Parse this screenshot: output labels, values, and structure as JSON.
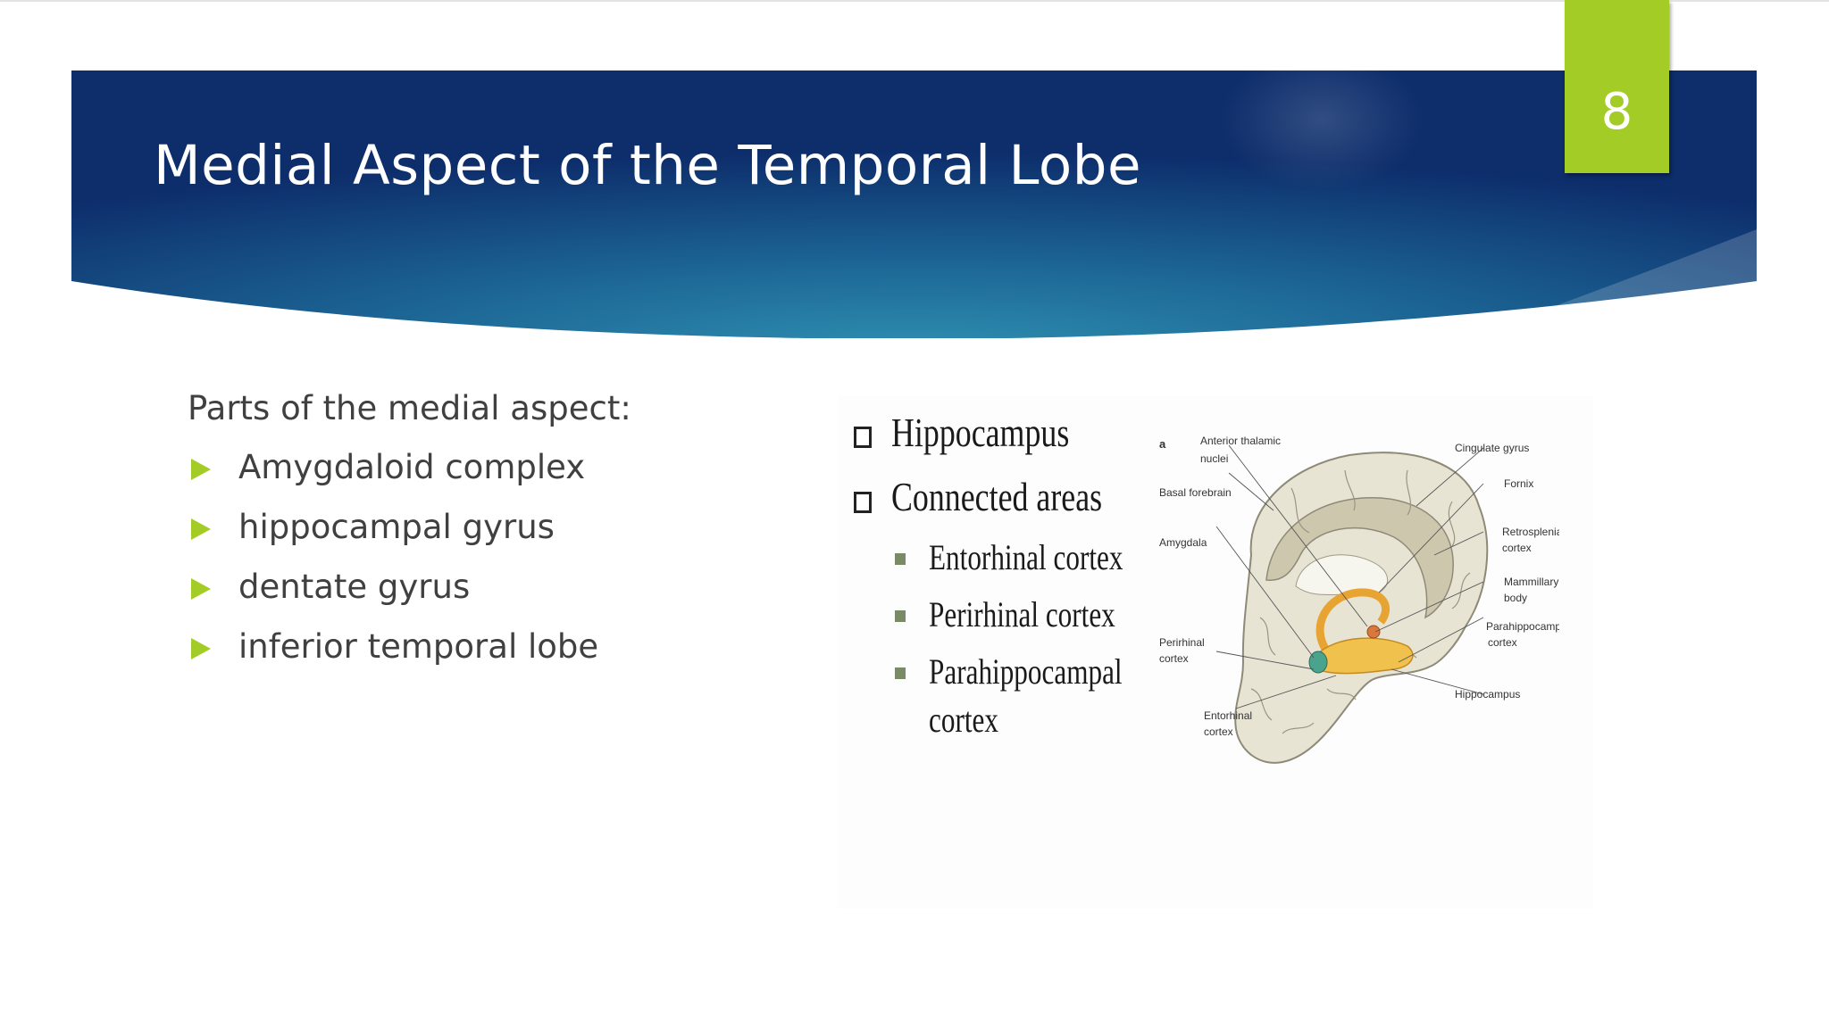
{
  "slide": {
    "title": "Medial Aspect of the Temporal Lobe",
    "number": "8"
  },
  "content": {
    "intro": "Parts of the medial aspect:",
    "bullets": [
      "Amygdaloid complex",
      "hippocampal gyrus",
      "dentate gyrus",
      "inferior temporal lobe"
    ]
  },
  "figure": {
    "list": {
      "items": [
        "Hippocampus",
        "Connected areas"
      ],
      "subitems": [
        "Entorhinal cortex",
        "Perirhinal cortex",
        "Parahippocampal",
        "cortex"
      ]
    },
    "diagram": {
      "panel_letter": "a",
      "labels": {
        "anterior_thalamic_1": "Anterior thalamic",
        "anterior_thalamic_2": "nuclei",
        "basal_forebrain": "Basal forebrain",
        "amygdala": "Amygdala",
        "perirhinal_1": "Perirhinal",
        "perirhinal_2": "cortex",
        "entorhinal_1": "Entorhinal",
        "entorhinal_2": "cortex",
        "cingulate": "Cingulate gyrus",
        "fornix": "Fornix",
        "retrosplenial_1": "Retrosplenial",
        "retrosplenial_2": "cortex",
        "mammillary_1": "Mammillary",
        "mammillary_2": "body",
        "parahippocampal_1": "Parahippocampal",
        "parahippocampal_2": "cortex",
        "hippocampus": "Hippocampus"
      }
    }
  },
  "colors": {
    "accent": "#a3cc26",
    "banner_dark": "#0d2d6b",
    "banner_light": "#2e89ab",
    "text": "#404040"
  }
}
